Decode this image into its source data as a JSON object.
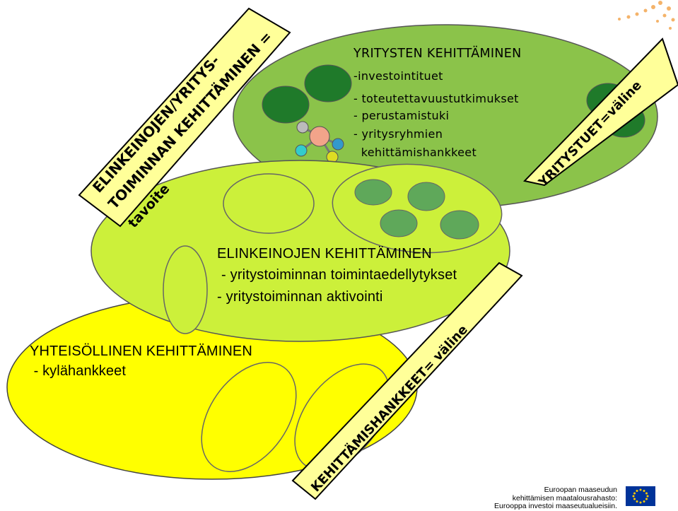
{
  "top_section": {
    "title": "YRITYSTEN KEHITTÄMINEN",
    "items": [
      "-investointituet",
      "- toteutettavuustutkimukset",
      "- perustamistuki",
      "- yritysryhmien",
      "  kehittämishankkeet"
    ]
  },
  "middle_section": {
    "title": "ELINKEINOJEN KEHITTÄMINEN",
    "items": [
      "- yritystoiminnan toimintaedellytykset",
      "- yritystoiminnan aktivointi"
    ]
  },
  "bottom_section": {
    "title": "YHTEISÖLLINEN KEHITTÄMINEN",
    "items": [
      " - kylähankkeet"
    ]
  },
  "labels": {
    "goal_line1": "ELINKEINOJEN/YRITYS-",
    "goal_line2": "TOIMINNAN KEHITTÄMINEN =",
    "goal_line3": "tavoite",
    "support_tool": "YRITYSTUET=väline",
    "project_tool": "KEHITTÄMISHANKKEET= väline"
  },
  "footer": {
    "line1": "Euroopan maaseudun",
    "line2": "kehittämisen maatalousrahasto:",
    "line3": "Eurooppa investoi maaseutualueisiin."
  },
  "colors": {
    "top_ellipse": "#8bc34a",
    "middle_ellipse": "#ccf03a",
    "bottom_ellipse": "#ffff00",
    "dark_circles": "#1f7a2a",
    "medium_circles": "#5fa85a",
    "label_box": "#ffff99",
    "eu_flag": "#003399",
    "eu_stars": "#ffcc00"
  }
}
